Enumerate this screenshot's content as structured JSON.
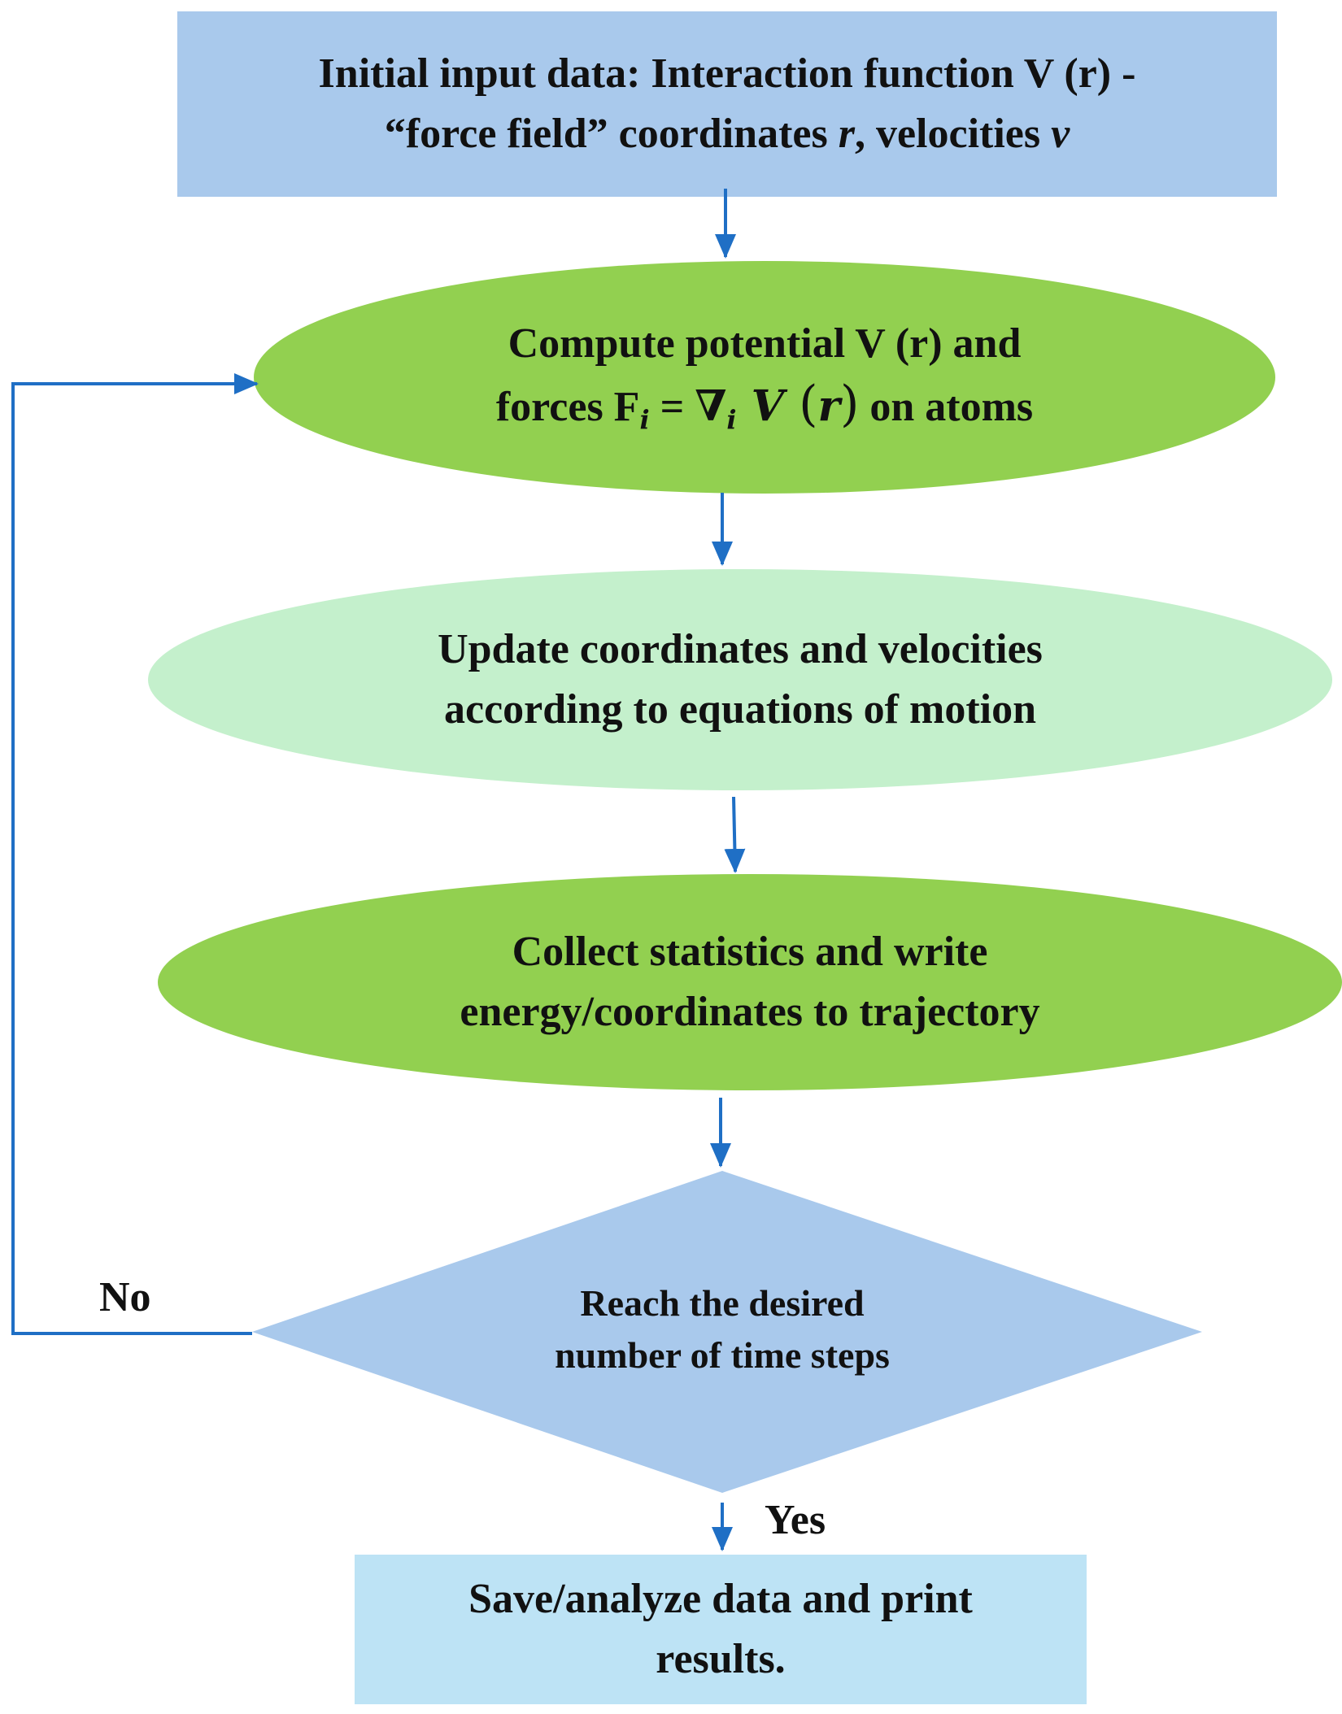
{
  "nodes": {
    "input": {
      "line1": "Initial input data: Interaction function V (r) -",
      "line2_pre": "“force field” coordinates ",
      "line2_r": "r",
      "line2_mid": ", velocities ",
      "line2_v": "v",
      "fill": "#a9c9ec"
    },
    "compute": {
      "line1": "Compute potential V (r) and",
      "line2_pre": "forces F",
      "line2_sub": "i",
      "line2_eq": " = ",
      "line2_nabla": "∇",
      "line2_sub2": "i",
      "line2_V": " V ",
      "line2_lp": "(",
      "line2_r": "r",
      "line2_rp": ")",
      "line2_post": " on atoms",
      "fill": "#92d050"
    },
    "update": {
      "line1": "Update coordinates and velocities",
      "line2": "according to equations of motion",
      "fill": "#c4f0cc"
    },
    "collect": {
      "line1": "Collect statistics and write",
      "line2": "energy/coordinates to trajectory",
      "fill": "#92d050"
    },
    "decision": {
      "line1": "Reach the desired",
      "line2": "number of time steps",
      "fill": "#a9c9ec"
    },
    "output": {
      "line1": "Save/analyze data and print",
      "line2": "results.",
      "fill": "#bde3f5"
    }
  },
  "edges": {
    "no_label": "No",
    "yes_label": "Yes",
    "color": "#1f6fc5"
  }
}
